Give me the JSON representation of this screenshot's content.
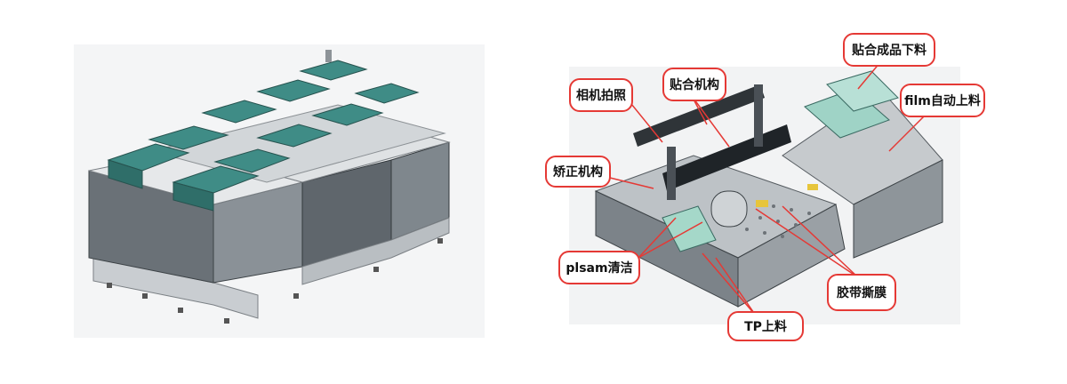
{
  "colors": {
    "callout_border": "#e53935",
    "lid_teal": "#3f8c86",
    "frame_gray": "#8d9398",
    "panel_dark": "#5f666c",
    "base_light": "#c9cdd1",
    "arrow_red": "#e53935"
  },
  "left_figure": {
    "description_name": "machine-exterior-view"
  },
  "right_figure": {
    "callouts": [
      {
        "id": "camera",
        "label": "相机拍照"
      },
      {
        "id": "laminate",
        "label": "贴合机构"
      },
      {
        "id": "unload",
        "label": "贴合成品下料"
      },
      {
        "id": "film",
        "label": "film自动上料"
      },
      {
        "id": "correct",
        "label": "矫正机构"
      },
      {
        "id": "plasma",
        "label": "plsam清洁"
      },
      {
        "id": "tape",
        "label": "胶带撕膜"
      },
      {
        "id": "tp",
        "label": "TP上料"
      }
    ]
  }
}
